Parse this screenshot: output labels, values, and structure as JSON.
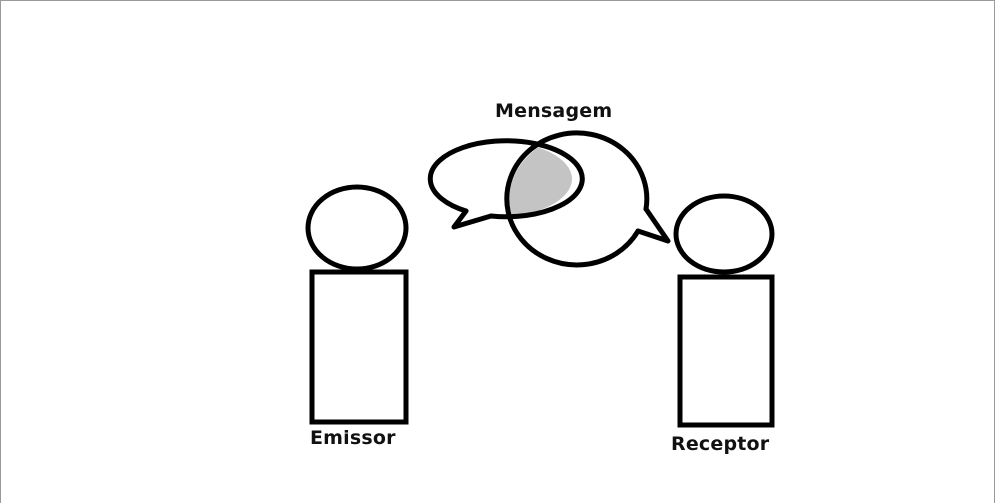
{
  "labels": {
    "message": "Mensagem",
    "sender": "Emissor",
    "receiver": "Receptor"
  },
  "colors": {
    "stroke": "#000000",
    "overlap_fill": "#c4c4c4",
    "background": "#ffffff"
  }
}
